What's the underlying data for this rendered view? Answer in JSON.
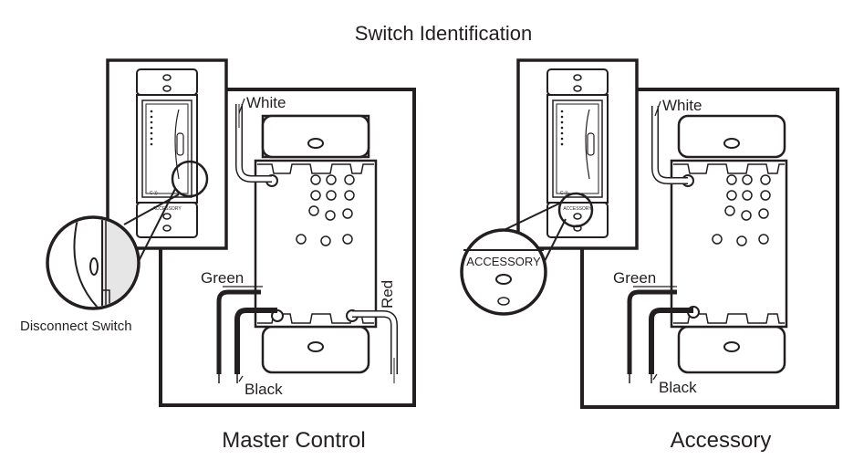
{
  "title": "Switch Identification",
  "master": {
    "caption": "Master Control",
    "wire_white": "White",
    "wire_green": "Green",
    "wire_red": "Red",
    "wire_black": "Black",
    "callout": "Disconnect Switch"
  },
  "accessory": {
    "caption": "Accessory",
    "wire_white": "White",
    "wire_green": "Green",
    "wire_black": "Black",
    "callout": "ACCESSORY",
    "device_marking": "ACCESSORY"
  },
  "master_device_marking": "ACCESSORY"
}
